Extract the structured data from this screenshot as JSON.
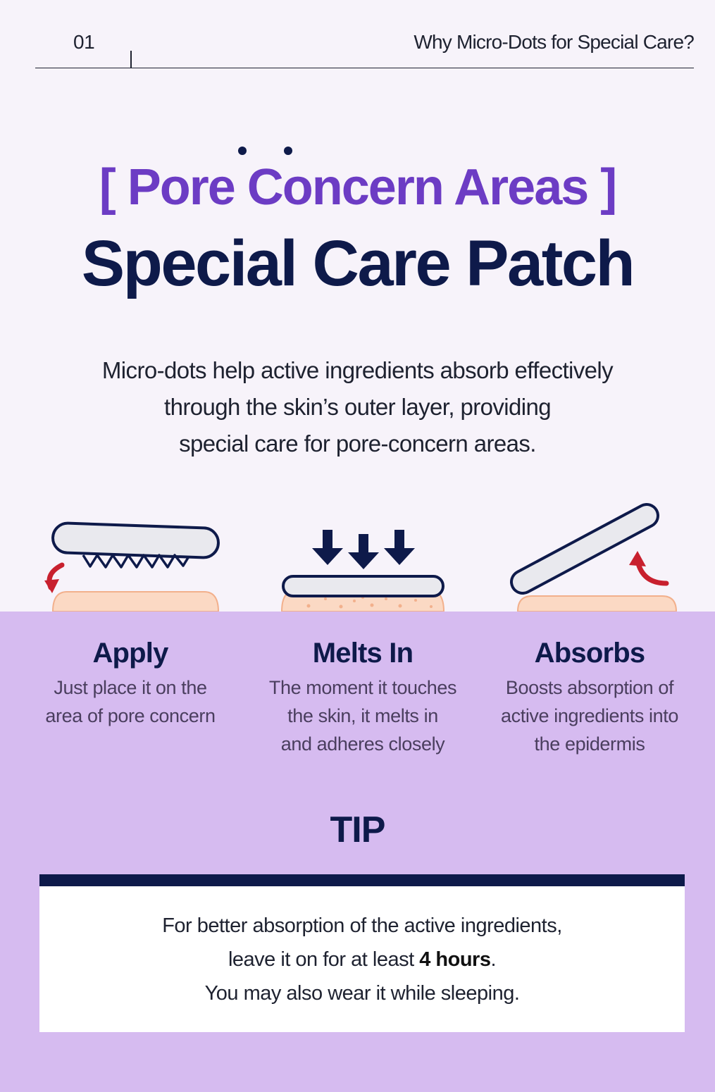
{
  "header": {
    "number": "01",
    "section_title": "Why Micro-Dots for Special Care?"
  },
  "hero": {
    "subtitle": "[ Pore Concern Areas ]",
    "title": "Special Care Patch"
  },
  "description": {
    "lines": [
      "Micro-dots help active ingredients absorb effectively",
      "through the skin’s outer layer, providing",
      "special care for pore-concern areas."
    ]
  },
  "steps": [
    {
      "title": "Apply",
      "lines": [
        "Just place it on the",
        "area of pore concern"
      ],
      "icon": "patch-apply-icon"
    },
    {
      "title": "Melts In",
      "lines": [
        "The moment it touches",
        "the skin, it melts in",
        "and adheres closely"
      ],
      "icon": "patch-melt-icon"
    },
    {
      "title": "Absorbs",
      "lines": [
        "Boosts absorption of",
        "active ingredients into",
        "the epidermis"
      ],
      "icon": "patch-absorb-icon"
    }
  ],
  "tip": {
    "heading": "TIP",
    "line1": "For better absorption of the active ingredients,",
    "line2_before": "leave it on for at least ",
    "line2_bold": "4 hours",
    "line2_after": ".",
    "line3": "You may also wear it while sleeping."
  },
  "colors": {
    "navy": "#0e1a4a",
    "purple": "#6c3cc4",
    "lavender_band": "#d6bbf0",
    "background": "#f7f3fa",
    "arrow_red": "#c8202e",
    "skin": "#fbd9c4"
  }
}
